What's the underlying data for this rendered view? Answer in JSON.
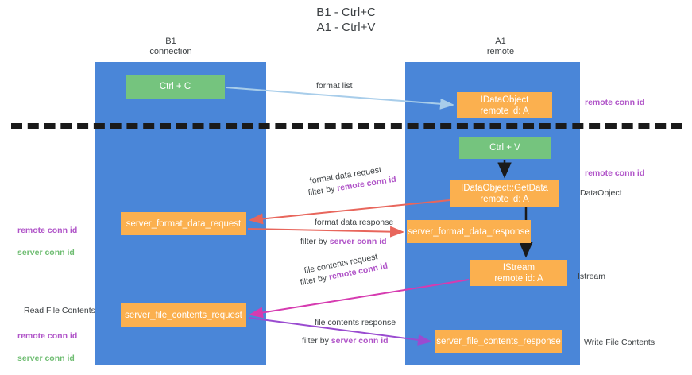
{
  "title": "B1 - Ctrl+C\nA1 - Ctrl+V",
  "columns": {
    "left": {
      "name": "B1",
      "role": "connection",
      "label": "B1\nconnection"
    },
    "right": {
      "name": "A1",
      "role": "remote",
      "label": "A1\nremote"
    }
  },
  "nodes": {
    "ctrl_c": {
      "label": "Ctrl + C",
      "color": "#75c47e",
      "lane": "B1"
    },
    "idataobject": {
      "label": "IDataObject\nremote id: A",
      "color": "#fbb04f",
      "lane": "A1"
    },
    "ctrl_v": {
      "label": "Ctrl + V",
      "color": "#75c47e",
      "lane": "A1"
    },
    "getdata": {
      "label": "IDataObject::GetData\nremote id: A",
      "color": "#fbb04f",
      "lane": "A1"
    },
    "server_format_data_request": {
      "label": "server_format_data_request",
      "color": "#fbb04f",
      "lane": "B1"
    },
    "server_format_data_response": {
      "label": "server_format_data_response",
      "color": "#fbb04f",
      "lane": "A1"
    },
    "istream": {
      "label": "IStream\nremote id: A",
      "color": "#fbb04f",
      "lane": "A1"
    },
    "server_file_contents_request": {
      "label": "server_file_contents_request",
      "color": "#fbb04f",
      "lane": "B1"
    },
    "server_file_contents_response": {
      "label": "server_file_contents_response",
      "color": "#fbb04f",
      "lane": "A1"
    }
  },
  "arrow_labels": {
    "format_list": "format list",
    "format_data_request": "format data request",
    "format_data_request_filter_prefix": "filter by ",
    "format_data_request_filter_key": "remote conn id",
    "format_data_response": "format data response",
    "format_data_response_filter_prefix": "filter by ",
    "format_data_response_filter_key": "server conn id",
    "file_contents_request": "file contents request",
    "file_contents_request_filter_prefix": "filter by ",
    "file_contents_request_filter_key": "remote conn id",
    "file_contents_response": "file contents response",
    "file_contents_response_filter_prefix": "filter by ",
    "file_contents_response_filter_key": "server conn id"
  },
  "annotations": {
    "right": {
      "remote_conn_id_top": "remote conn id",
      "remote_conn_id_mid": "remote conn id",
      "dataobject": "DataObject",
      "istream": "Istream",
      "write_file_contents": "Write File Contents"
    },
    "left": {
      "remote_conn_id": "remote conn id",
      "server_conn_id": "server conn id",
      "read_file_contents": "Read File Contents",
      "remote_conn_id_2": "remote conn id",
      "server_conn_id_2": "server conn id"
    }
  },
  "colors": {
    "lane": "#4a86d8",
    "green_node": "#75c47e",
    "orange_node": "#fbb04f",
    "divider": "#1a1a1a",
    "arrow_blue": "#a8cdea",
    "arrow_red": "#e8665c",
    "arrow_black": "#1a1a1a",
    "arrow_magenta": "#d63bb0",
    "arrow_purple": "#9a4bd0",
    "key_purple": "#b054c8",
    "key_green": "#6fbd72"
  }
}
